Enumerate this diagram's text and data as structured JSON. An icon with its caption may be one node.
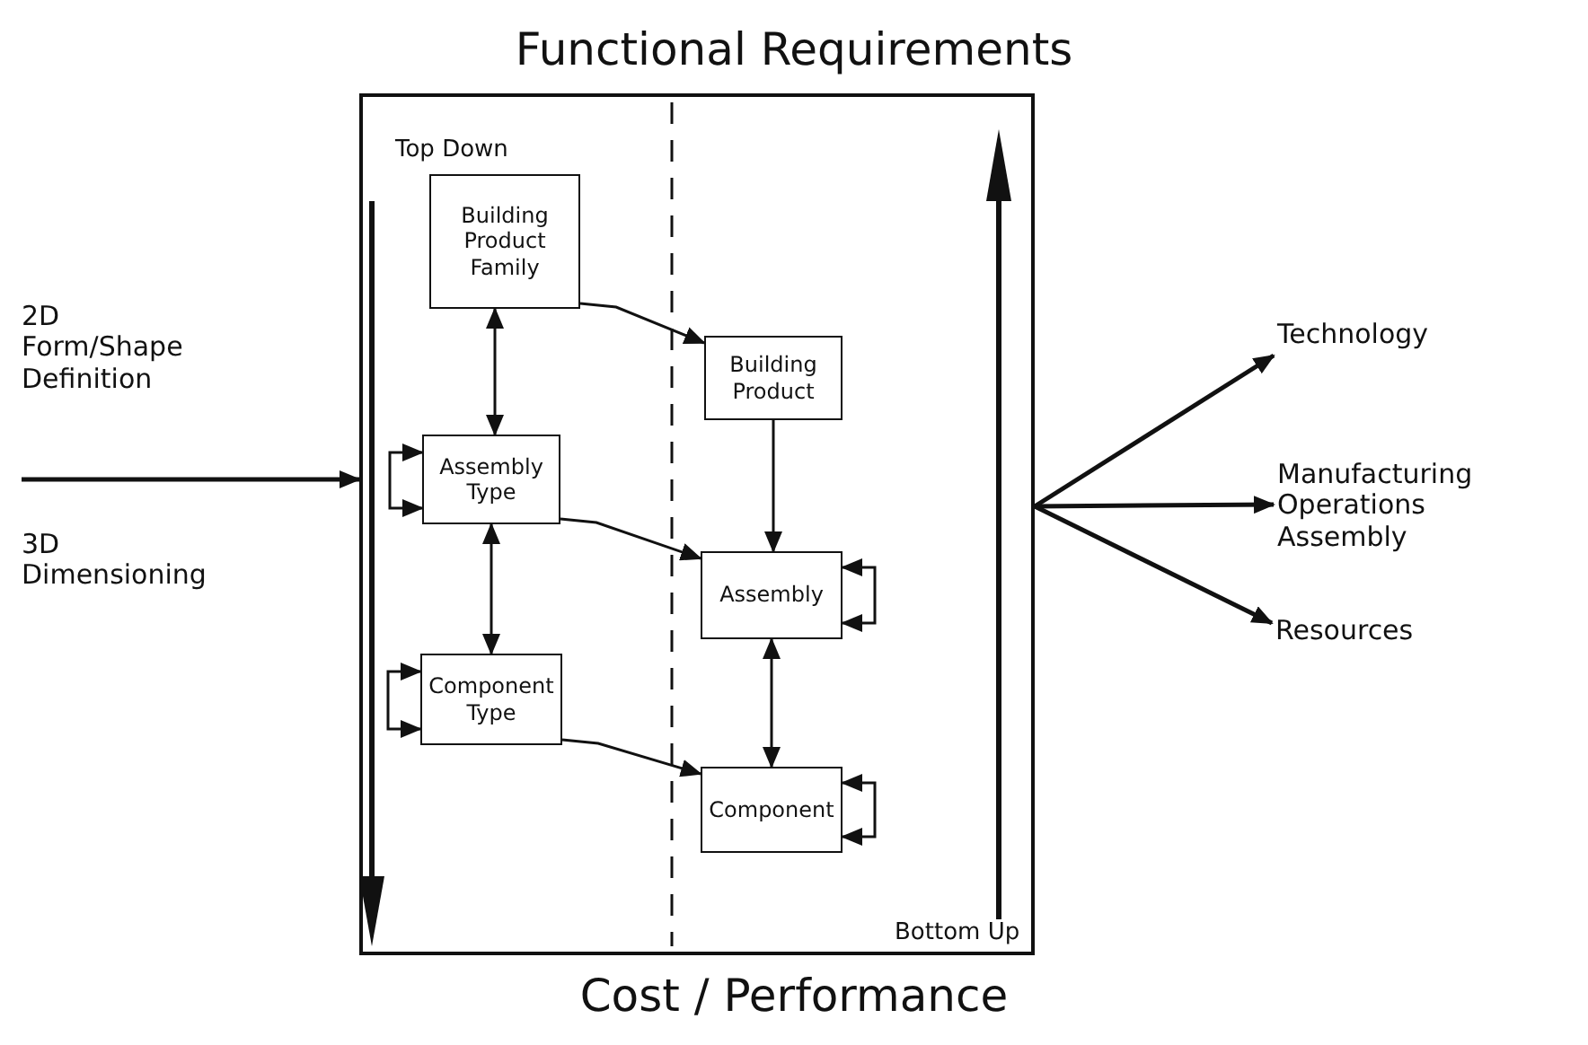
{
  "diagram": {
    "nodes": [
      {
        "text": [
          "Top Down",
          "Bottom Up"
        ]
      },
      {
        "text": [
          "Building Product Family"
        ],
        "in": 0
      },
      {
        "text": [
          "Assembly Type"
        ],
        "in": 0
      },
      {
        "text": [
          "Component Type"
        ],
        "in": 0
      },
      {
        "text": [
          "Building Product"
        ],
        "in": 0
      },
      {
        "text": [
          "Assembly"
        ],
        "in": 0
      },
      {
        "text": [
          "Component"
        ],
        "in": 0
      },
      {
        "text": [
          "Technology"
        ]
      },
      {
        "text": [
          "Manufacturing Operations Assembly"
        ]
      },
      {
        "text": [
          "Resources"
        ]
      }
    ],
    "edges": [
      {
        "from": 1,
        "to": 2,
        "arrow": "both"
      },
      {
        "from": 2,
        "to": 3,
        "arrow": "both"
      },
      {
        "from": 1,
        "to": 4,
        "arrow": "to"
      },
      {
        "from": 2,
        "to": 5,
        "arrow": "to"
      },
      {
        "from": 3,
        "to": 6,
        "arrow": "to"
      },
      {
        "from": 4,
        "to": 5,
        "arrow": "to"
      },
      {
        "from": 5,
        "to": 6,
        "arrow": "both"
      },
      {
        "from": 2,
        "to": 2,
        "arrow": "both"
      },
      {
        "from": 3,
        "to": 3,
        "arrow": "both"
      },
      {
        "from": 5,
        "to": 5,
        "arrow": "both"
      },
      {
        "from": 6,
        "to": 6,
        "arrow": "both"
      },
      {
        "from": null,
        "to": 0,
        "arrow": "to"
      },
      {
        "from": 0,
        "to": 7,
        "arrow": "to"
      },
      {
        "from": 0,
        "to": 8,
        "arrow": "to"
      },
      {
        "from": 0,
        "to": 9,
        "arrow": "to"
      }
    ],
    "labels": [
      "Functional Requirements",
      "2D Form/Shape Definition",
      "3D Dimensioning",
      "Cost / Performance"
    ]
  }
}
